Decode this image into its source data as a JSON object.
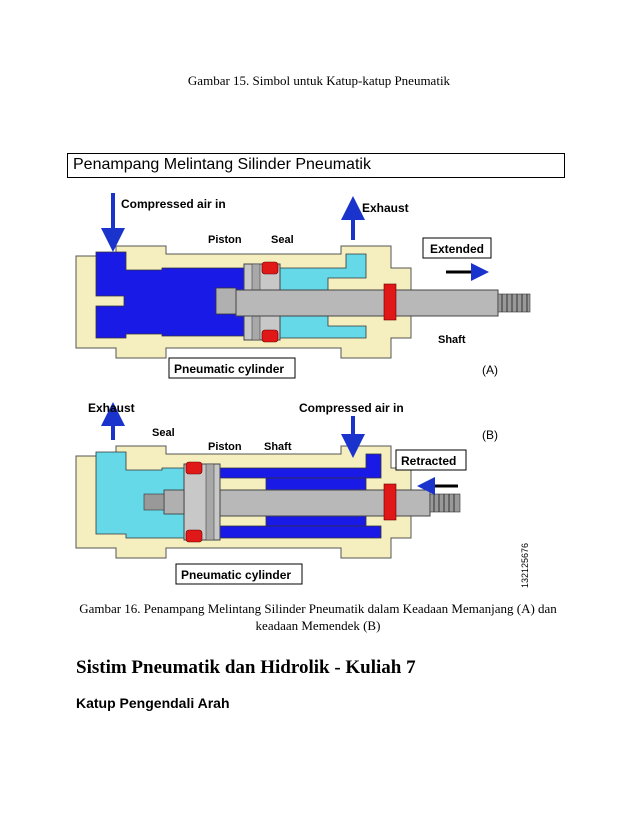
{
  "caption_top": "Gambar 15. Simbol untuk Katup-katup Pneumatik",
  "box_title": "Penampang Melintang Silinder Pneumatik",
  "figure": {
    "a": {
      "compressed_air_in": "Compressed air in",
      "exhaust": "Exhaust",
      "piston": "Piston",
      "seal": "Seal",
      "extended": "Extended",
      "shaft": "Shaft",
      "pneumatic_cylinder": "Pneumatic cylinder",
      "label": "(A)"
    },
    "b": {
      "exhaust": "Exhaust",
      "compressed_air_in": "Compressed air in",
      "seal": "Seal",
      "piston": "Piston",
      "shaft": "Shaft",
      "retracted": "Retracted",
      "pneumatic_cylinder": "Pneumatic cylinder",
      "label": "(B)"
    },
    "id_number": "132125676",
    "colors": {
      "pressure": "#1a1ae6",
      "exhaust": "#66d9e8",
      "body": "#f5efc0",
      "seal": "#e01818",
      "shaft": "#b8b8b8",
      "arrow": "#1a33cc"
    }
  },
  "caption_bottom": "Gambar 16. Penampang Melintang Silinder Pneumatik dalam Keadaan Memanjang (A) dan keadaan Memendek (B)",
  "heading_main": "Sistim Pneumatik dan Hidrolik - Kuliah 7",
  "heading_sub": "Katup Pengendali Arah"
}
